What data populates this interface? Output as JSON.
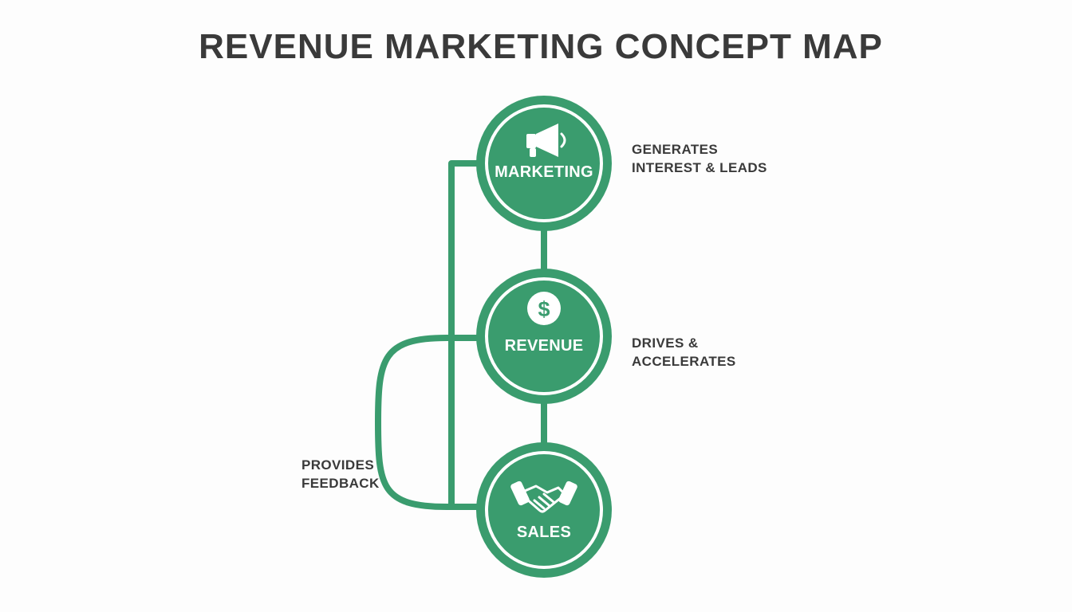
{
  "title": "REVENUE MARKETING CONCEPT MAP",
  "colors": {
    "green": "#3a9c6e",
    "text": "#3a3a3a",
    "background": "#fdfdfd"
  },
  "nodes": [
    {
      "id": "marketing",
      "label": "MARKETING",
      "icon": "megaphone-icon"
    },
    {
      "id": "revenue",
      "label": "REVENUE",
      "icon": "dollar-icon"
    },
    {
      "id": "sales",
      "label": "SALES",
      "icon": "handshake-icon"
    }
  ],
  "relationships": {
    "marketing": [
      "GENERATES",
      "INTEREST & LEADS"
    ],
    "revenue": [
      "DRIVES &",
      "ACCELERATES"
    ],
    "feedback": [
      "PROVIDES",
      "FEEDBACK"
    ]
  }
}
